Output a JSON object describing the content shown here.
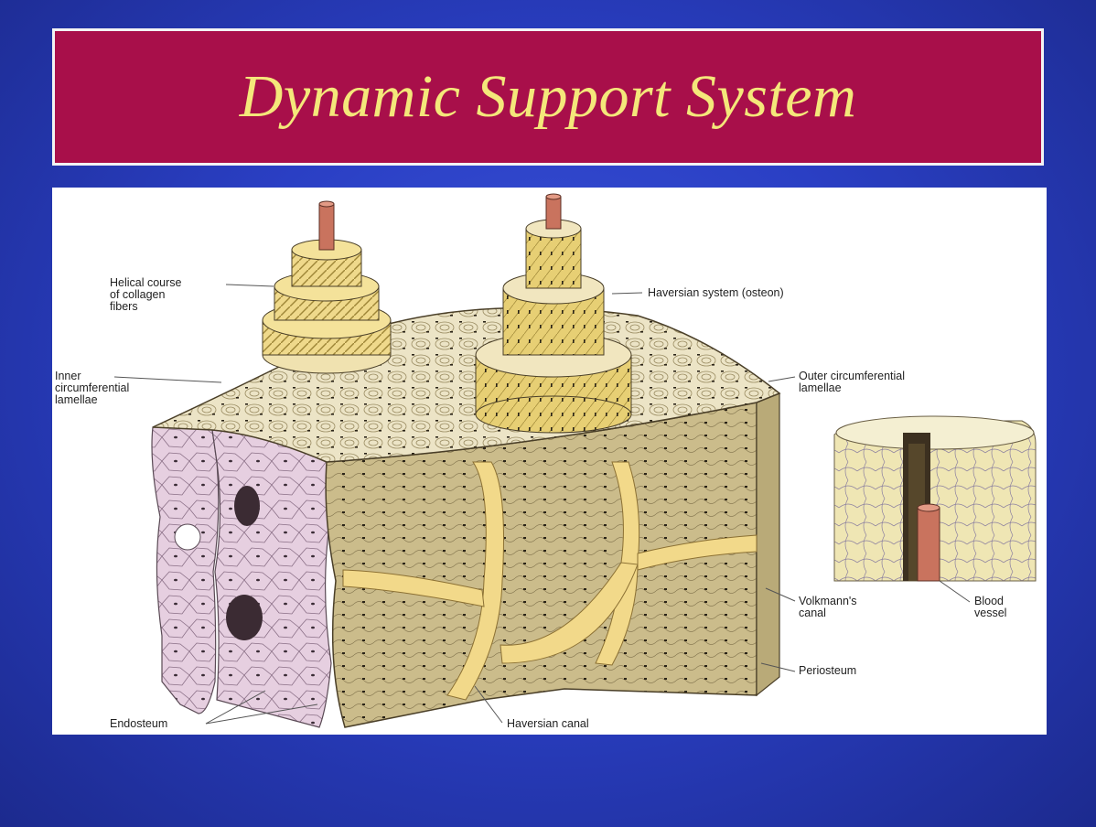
{
  "slide": {
    "title": "Dynamic Support System"
  },
  "figure": {
    "labels": {
      "helical_1": "Helical course",
      "helical_2": "of collagen",
      "helical_3": "fibers",
      "inner_1": "Inner",
      "inner_2": "circumferential",
      "inner_3": "lamellae",
      "haversian_system": "Haversian system (osteon)",
      "outer_1": "Outer circumferential",
      "outer_2": "lamellae",
      "volkmann_1": "Volkmann's",
      "volkmann_2": "canal",
      "blood_1": "Blood",
      "blood_2": "vessel",
      "periosteum": "Periosteum",
      "endosteum": "Endosteum",
      "haversian_canal": "Haversian canal"
    }
  },
  "colors": {
    "title_bar": "#a80f4a",
    "title_text": "#f4e77a",
    "background": "#2a3fc4",
    "bone_tan": "#cfc08f",
    "bone_top": "#ece4c6",
    "spongy_pink": "#e6cfe0",
    "canal_yellow": "#f2d98a",
    "vessel_red": "#c9735e"
  }
}
